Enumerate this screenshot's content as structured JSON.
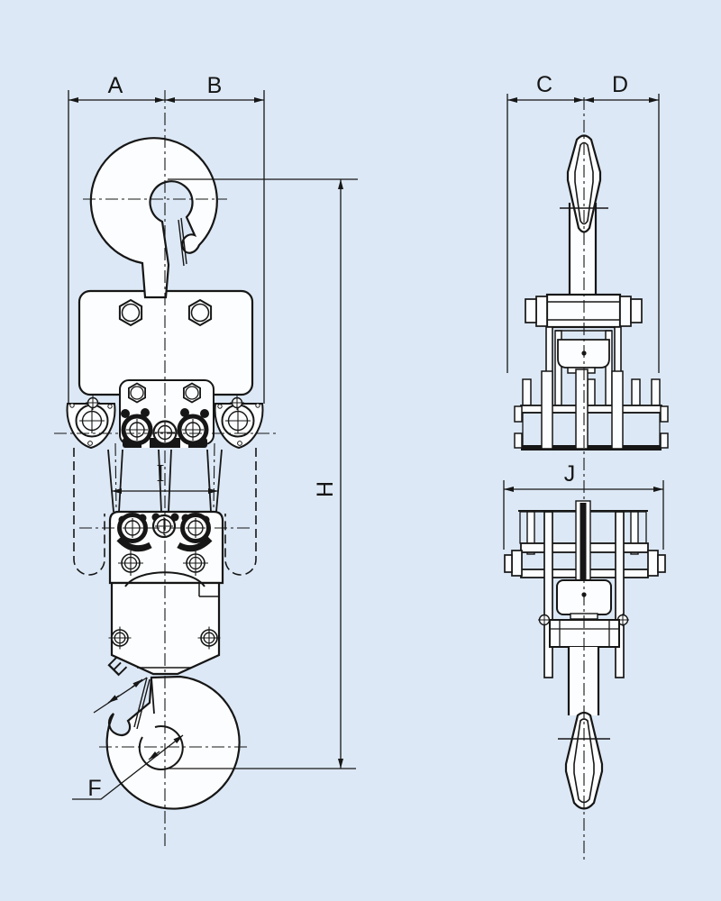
{
  "page": {
    "background_color": "#dce8f5",
    "ink_color": "#161616"
  },
  "drawing": {
    "front_view": {
      "labels": {
        "A": "A",
        "B": "B",
        "E": "E",
        "F": "F",
        "H": "H",
        "I": "I"
      }
    },
    "side_view": {
      "labels": {
        "C": "C",
        "D": "D",
        "J": "J"
      }
    }
  }
}
